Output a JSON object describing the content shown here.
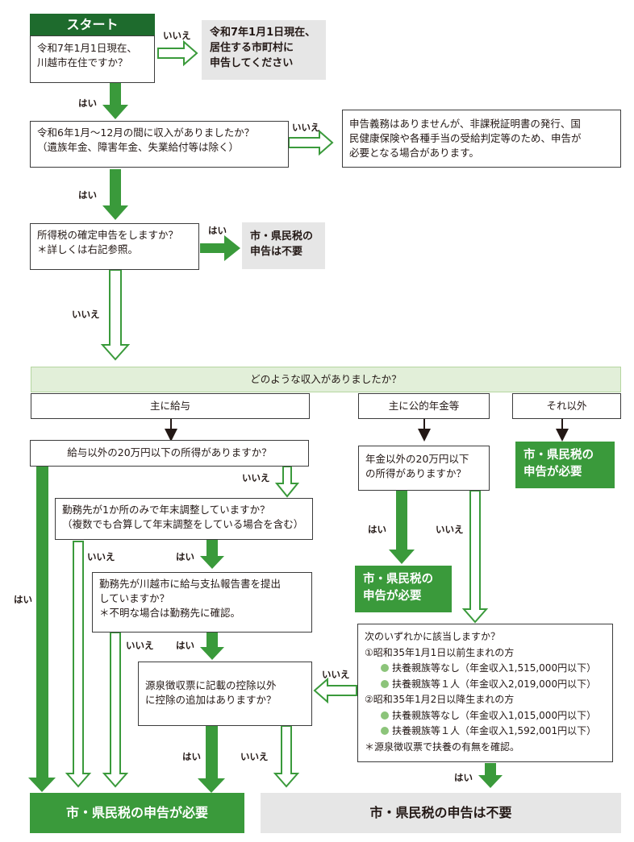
{
  "start": {
    "badge": "スタート",
    "line1": "令和7年1月1日現在、",
    "line2": "川越市在住ですか？"
  },
  "box_residence": {
    "line1": "令和7年1月1日現在、",
    "line2": "居住する市町村に",
    "line3": "申告してください"
  },
  "q_income": {
    "line1": "令和6年1月～12月の間に収入がありましたか？",
    "line2": "（遺族年金、障害年金、失業給付等は除く）"
  },
  "note_no_duty": {
    "line1": "申告義務はありませんが、非課税証明書の発行、国",
    "line2": "民健康保険や各種手当の受給判定等のため、申告が",
    "line3": "必要となる場合があります。"
  },
  "q_final_return": {
    "line1": "所得税の確定申告をしますか？",
    "line2": "＊詳しくは右記参照。"
  },
  "res_not_needed_small": {
    "line1": "市・県民税の",
    "line2": "申告は不要"
  },
  "income_type": {
    "header": "どのような収入がありましたか？",
    "salary": "主に給与",
    "pension": "主に公的年金等",
    "other": "それ以外"
  },
  "q_salary_other": "給与以外の20万円以下の所得がありますか？",
  "q_year_end": {
    "line1": "勤務先が1か所のみで年末調整していますか？",
    "line2": "（複数でも合算して年末調整をしている場合を含む）"
  },
  "q_report": {
    "line1": "勤務先が川越市に給与支払報告書を提出",
    "line2": "していますか？",
    "line3": "＊不明な場合は勤務先に確認。"
  },
  "q_deduction": {
    "line1": "源泉徴収票に記載の控除以外",
    "line2": "に控除の追加はありますか？"
  },
  "q_pension_other": {
    "line1": "年金以外の20万円以下",
    "line2": "の所得がありますか？"
  },
  "res_needed_pension": {
    "line1": "市・県民税の",
    "line2": "申告が必要"
  },
  "res_needed_other": {
    "line1": "市・県民税の",
    "line2": "申告が必要"
  },
  "q_conditions": {
    "title": "次のいずれかに該当しますか？",
    "c1": "①昭和35年1月1日以前生まれの方",
    "c1a": "扶養親族等なし（年金収入1,515,000円以下）",
    "c1b": "扶養親族等１人（年金収入2,019,000円以下）",
    "c2": "②昭和35年1月2日以降生まれの方",
    "c2a": "扶養親族等なし（年金収入1,015,000円以下）",
    "c2b": "扶養親族等１人（年金収入1,592,001円以下）",
    "note": "＊源泉徴収票で扶養の有無を確認。"
  },
  "final_needed": "市・県民税の申告が必要",
  "final_not_needed": "市・県民税の申告は不要",
  "labels": {
    "yes": "はい",
    "no": "いいえ"
  },
  "colors": {
    "green": "#3a9a3b",
    "light_green": "#e2efd9",
    "gray": "#e6e6e6",
    "bullet": "#8cc47a"
  }
}
